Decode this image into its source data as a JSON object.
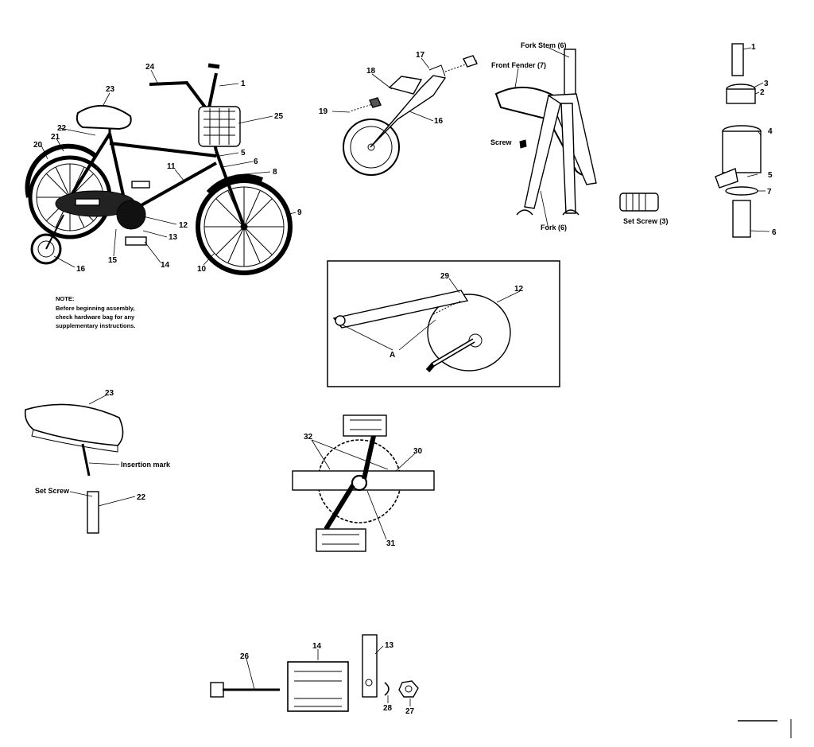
{
  "callouts": {
    "bike": [
      "24",
      "1",
      "23",
      "25",
      "22",
      "20",
      "21",
      "5",
      "6",
      "11",
      "8",
      "9",
      "12",
      "13",
      "14",
      "15",
      "16",
      "10"
    ],
    "training_wheel": [
      "17",
      "18",
      "19",
      "16"
    ],
    "fork": {
      "fork_stem": "Fork Stem (6)",
      "front_fender": "Front Fender (7)",
      "screw": "Screw",
      "fork": "Fork (6)",
      "set_screw": "Set Screw (3)"
    },
    "headset": [
      "1",
      "3",
      "2",
      "4",
      "5",
      "7",
      "6"
    ],
    "chain_guard": [
      "29",
      "12",
      "A"
    ],
    "seat": {
      "part": "23",
      "insertion": "Insertion mark",
      "set_screw": "Set Screw",
      "post": "22"
    },
    "crank": [
      "32",
      "30",
      "31"
    ],
    "pedal": [
      "26",
      "14",
      "13",
      "28",
      "27"
    ]
  },
  "note": {
    "title": "NOTE:",
    "lines": [
      "Before beginning assembly,",
      "check hardware bag for any",
      "supplementary instructions."
    ]
  },
  "colors": {
    "ink": "#000000",
    "paper": "#ffffff"
  }
}
